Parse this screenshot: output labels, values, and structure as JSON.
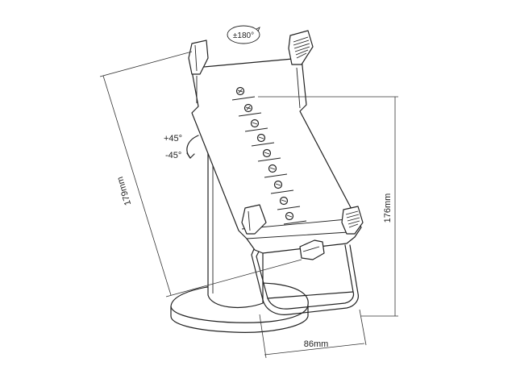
{
  "labels": {
    "rotation": "±180°",
    "tilt_up": "+45°",
    "tilt_down": "-45°",
    "height_diag": "179mm",
    "height_vert": "176mm",
    "width": "86mm"
  }
}
